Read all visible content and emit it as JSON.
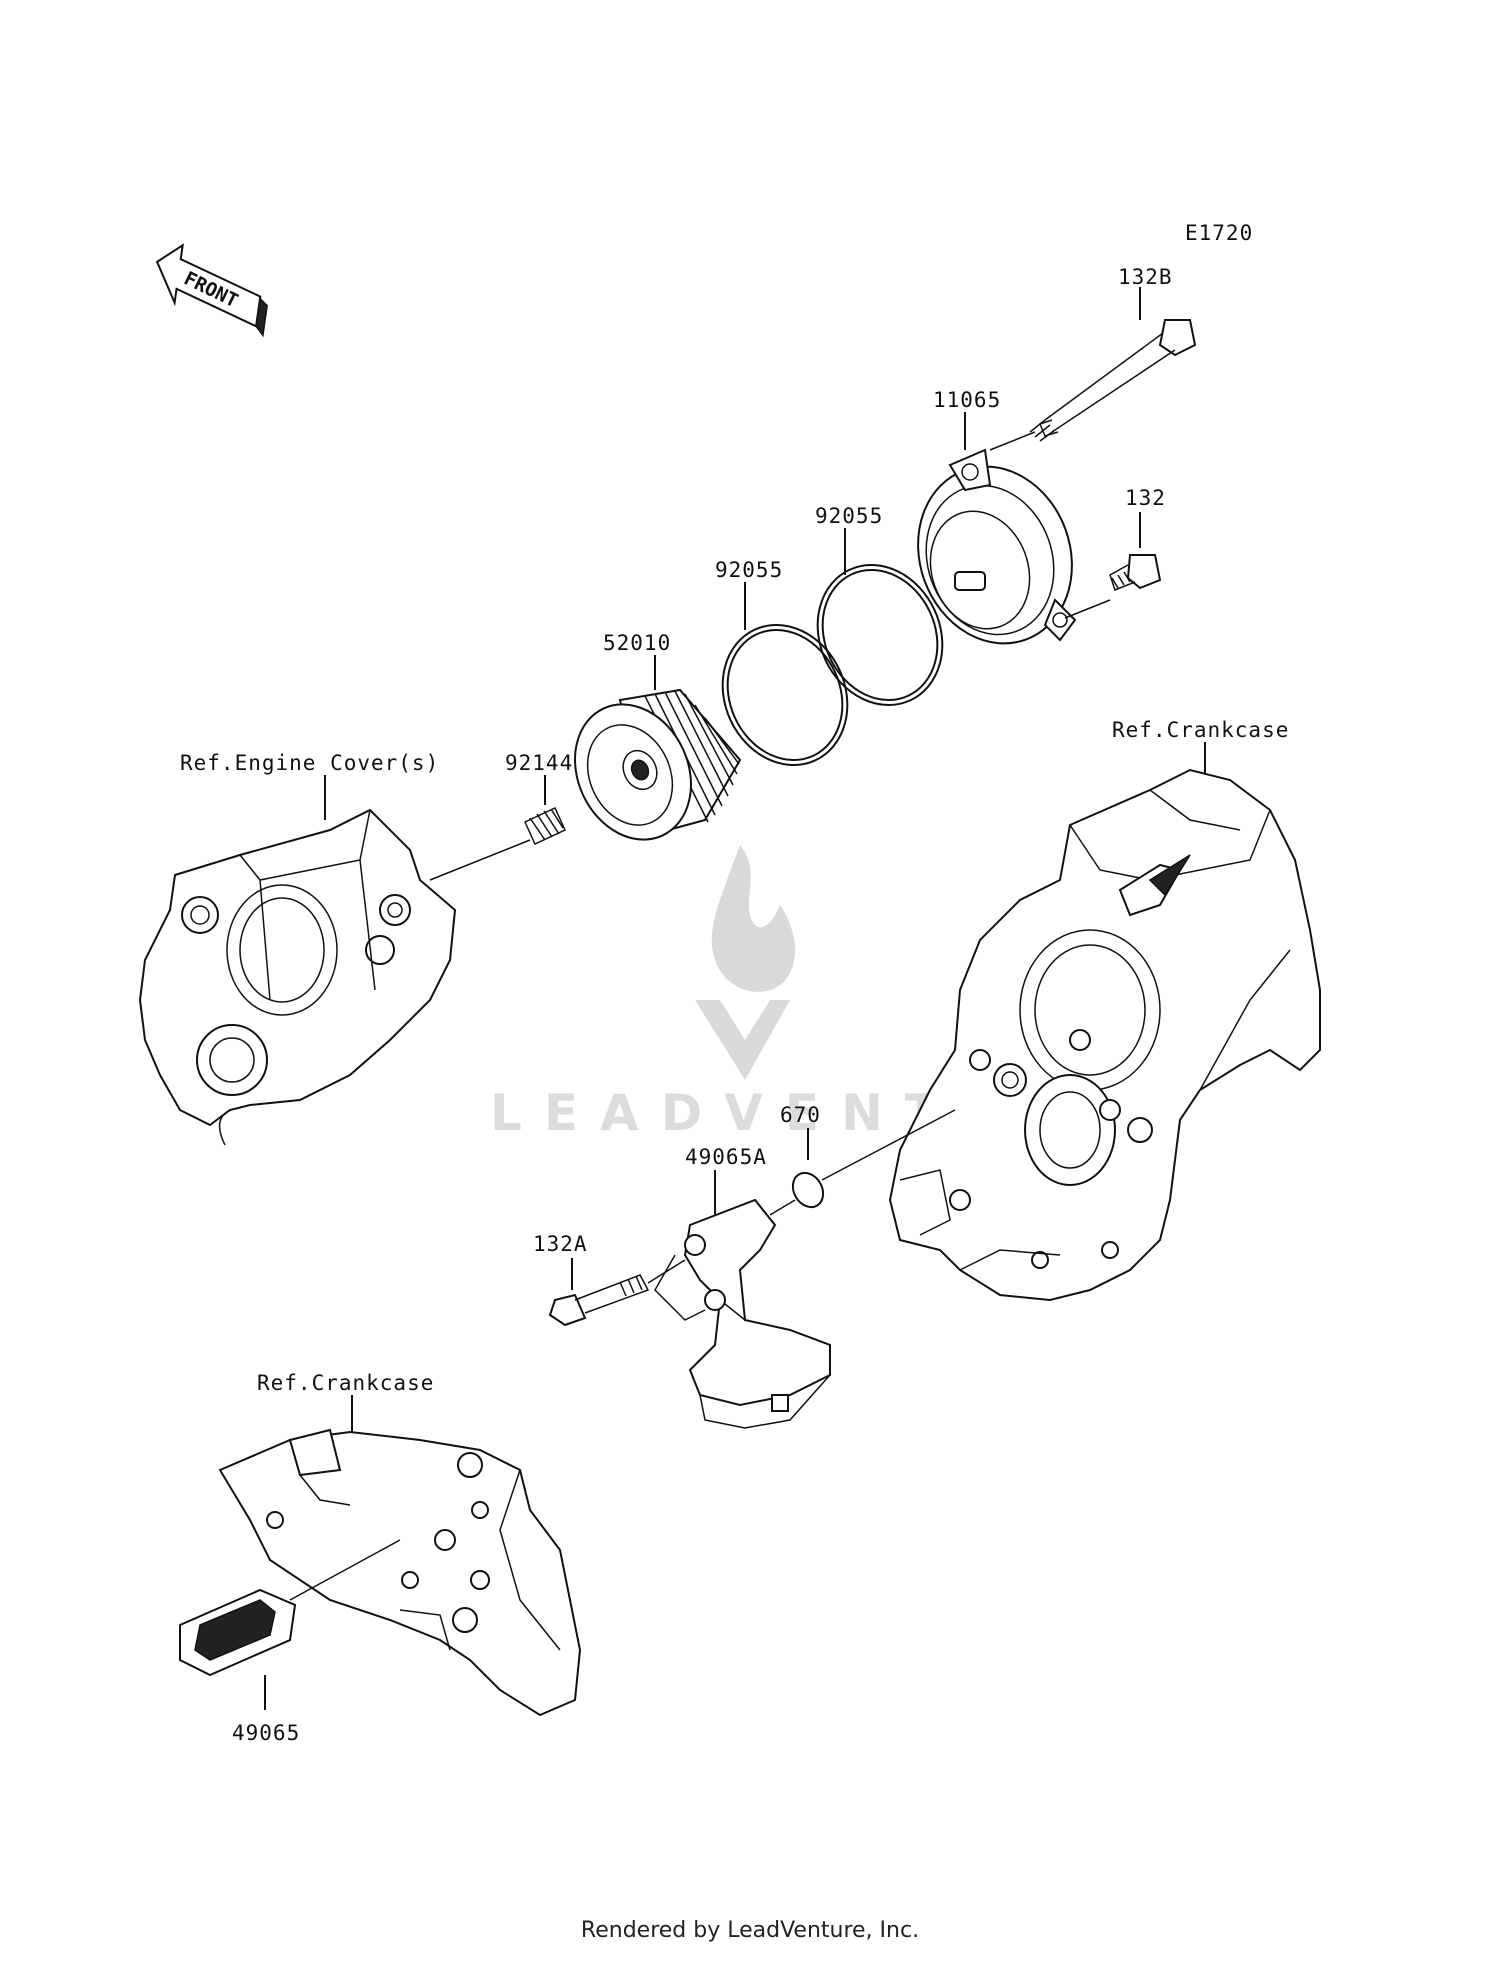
{
  "diagram": {
    "code": "E1720",
    "front_label": "FRONT",
    "parts": {
      "p132b": "132B",
      "p11065": "11065",
      "p132": "132",
      "p92055_a": "92055",
      "p92055_b": "92055",
      "p52010": "52010",
      "p92144": "92144",
      "p670": "670",
      "p49065a": "49065A",
      "p132a": "132A",
      "p49065": "49065"
    },
    "refs": {
      "engine_cover": "Ref.Engine Cover(s)",
      "crankcase_right": "Ref.Crankcase",
      "crankcase_bottom": "Ref.Crankcase"
    }
  },
  "watermark": {
    "text": "LEADVENTURE"
  },
  "footer": {
    "text": "Rendered by LeadVenture, Inc."
  }
}
